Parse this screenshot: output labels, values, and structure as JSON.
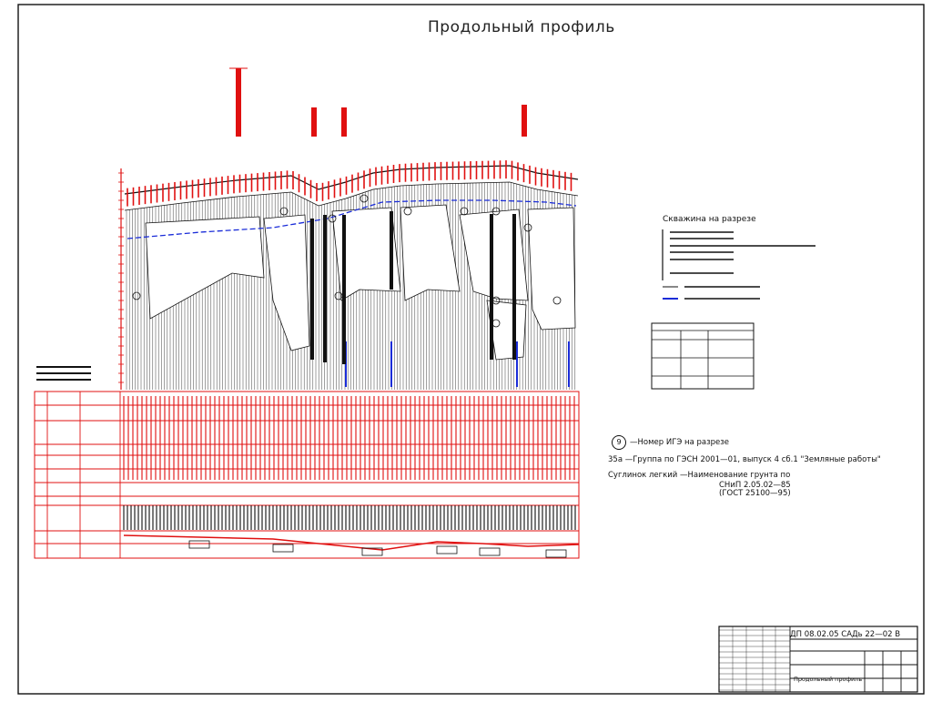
{
  "sheet": {
    "title": "Продольный профиль"
  },
  "legend": {
    "header": "Скважина на разрезе"
  },
  "notes": {
    "ige_number": "9",
    "ige_text": "—Номер ИГЭ на разрезе",
    "group_line": "35а —Группа по ГЭСН 2001—01, выпуск 4 сб.1 \"Земляные работы\"",
    "soil_line": "Суглинок легкий —Наименование грунта по",
    "snip_line": "СНиП 2.05.02—85",
    "gost_line": "(ГОСТ 25100—95)"
  },
  "title_block": {
    "code": "ДП 08.02.05 САДь 22—02 В",
    "sheet_name": "Продольный профиль"
  },
  "colors": {
    "red": "#e01010",
    "blue": "#1a2cd8",
    "ink": "#111111"
  }
}
